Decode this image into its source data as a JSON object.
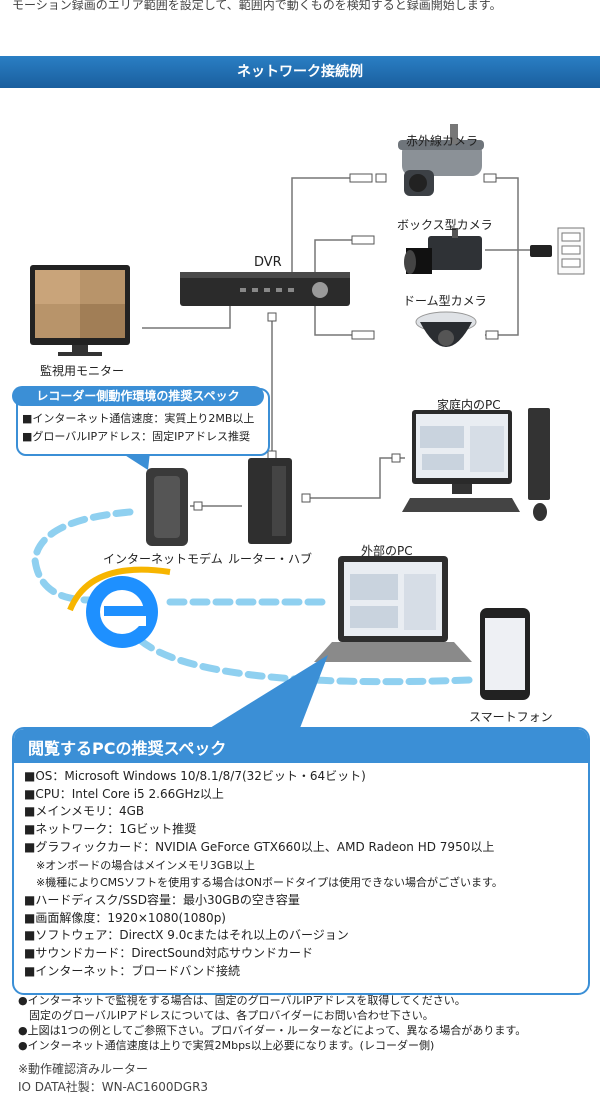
{
  "top_text": "モーション録画のエリア範囲を設定して、範囲内で動くものを検知すると録画開始します。",
  "section_title": "ネットワーク接続例",
  "labels": {
    "ir_camera": "赤外線カメラ",
    "box_camera": "ボックス型カメラ",
    "dome_camera": "ドーム型カメラ",
    "dvr": "DVR",
    "monitor": "監視用モニター",
    "home_pc": "家庭内のPC",
    "modem": "インターネットモデム",
    "router": "ルーター・ハブ",
    "outside_pc": "外部のPC",
    "smartphone": "スマートフォン"
  },
  "recorder_spec": {
    "title": "レコーダー側動作環境の推奨スペック",
    "items": [
      "■インターネット通信速度：実質上り2MB以上",
      "■グローバルIPアドレス：固定IPアドレス推奨"
    ]
  },
  "pc_spec": {
    "title": "閲覧するPCの推奨スペック",
    "items": [
      "■OS：Microsoft Windows 10/8.1/8/7(32ビット・64ビット)",
      "■CPU：Intel Core i5 2.66GHz以上",
      "■メインメモリ：4GB",
      "■ネットワーク：1Gビット推奨",
      "■グラフィックカード：NVIDIA GeForce GTX660以上、AMD Radeon HD 7950以上",
      "※オンボードの場合はメインメモリ3GB以上",
      "※機種によりCMSソフトを使用する場合はONボードタイプは使用できない場合がございます。",
      "■ハードディスク/SSD容量：最小30GBの空き容量",
      "■画面解像度：1920×1080(1080p)",
      "■ソフトウェア：DirectX 9.0cまたはそれ以上のバージョン",
      "■サウンドカード：DirectSound対応サウンドカード",
      "■インターネット：ブロードバンド接続"
    ]
  },
  "notes": [
    "●インターネットで監視をする場合は、固定のグローバルIPアドレスを取得してください。",
    "　固定のグローバルIPアドレスについては、各プロバイダーにお問い合わせ下さい。",
    "●上図は1つの例としてご参照下さい。プロバイダー・ルーターなどによって、異なる場合があります。",
    "●インターネット通信速度は上りで実質2Mbps以上必要になります。(レコーダー側)"
  ],
  "footer_note": "※動作確認済みルーター",
  "footer_model": "IO DATA社製：WN-AC1600DGR3",
  "colors": {
    "accent": "#3b8fd6",
    "dashed": "#8fd0f0"
  }
}
